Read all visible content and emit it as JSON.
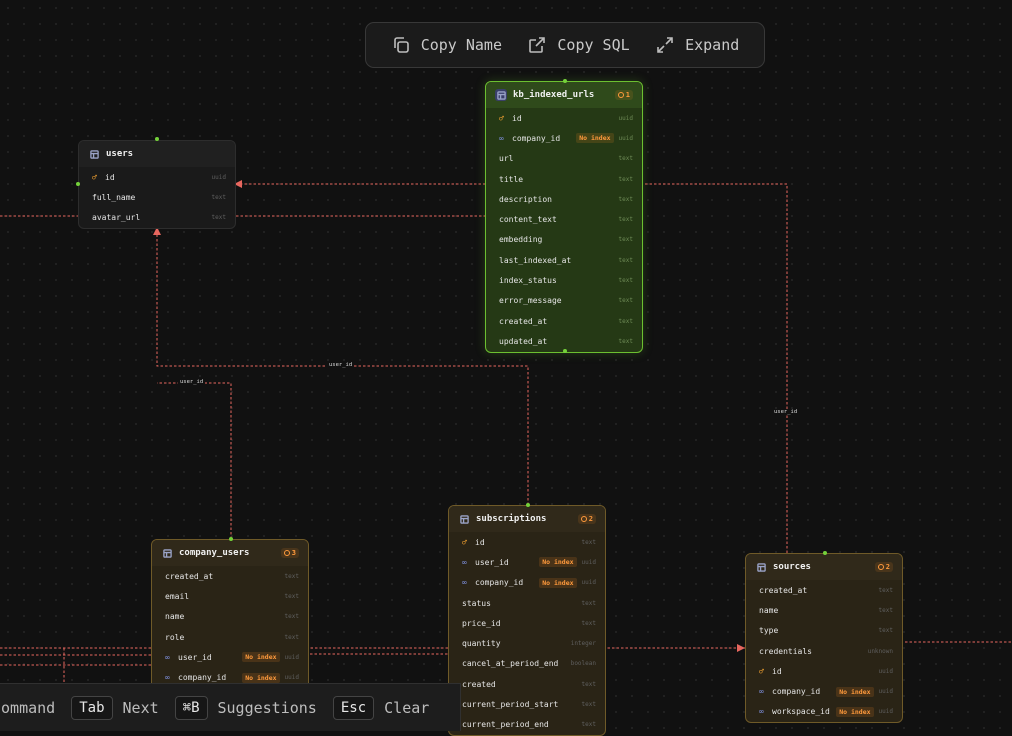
{
  "toolbar": {
    "copy_name": "Copy Name",
    "copy_sql": "Copy SQL",
    "expand": "Expand"
  },
  "tables": {
    "users": {
      "name": "users",
      "rows": [
        {
          "name": "id",
          "type": "uuid"
        },
        {
          "name": "full_name",
          "type": "text"
        },
        {
          "name": "avatar_url",
          "type": "text"
        }
      ]
    },
    "kb": {
      "name": "kb_indexed_urls",
      "warnings": "1",
      "rows": [
        {
          "name": "id",
          "type": "uuid"
        },
        {
          "name": "company_id",
          "type": "uuid",
          "badge": "No index"
        },
        {
          "name": "url",
          "type": "text"
        },
        {
          "name": "title",
          "type": "text"
        },
        {
          "name": "description",
          "type": "text"
        },
        {
          "name": "content_text",
          "type": "text"
        },
        {
          "name": "embedding",
          "type": "text"
        },
        {
          "name": "last_indexed_at",
          "type": "text"
        },
        {
          "name": "index_status",
          "type": "text"
        },
        {
          "name": "error_message",
          "type": "text"
        },
        {
          "name": "created_at",
          "type": "text"
        },
        {
          "name": "updated_at",
          "type": "text"
        }
      ]
    },
    "company_users": {
      "name": "company_users",
      "warnings": "3",
      "rows": [
        {
          "name": "created_at",
          "type": "text"
        },
        {
          "name": "email",
          "type": "text"
        },
        {
          "name": "name",
          "type": "text"
        },
        {
          "name": "role",
          "type": "text"
        },
        {
          "name": "user_id",
          "type": "uuid",
          "badge": "No index"
        },
        {
          "name": "company_id",
          "type": "uuid",
          "badge": "No index"
        }
      ]
    },
    "subscriptions": {
      "name": "subscriptions",
      "warnings": "2",
      "rows": [
        {
          "name": "id",
          "type": "text"
        },
        {
          "name": "user_id",
          "type": "uuid",
          "badge": "No index"
        },
        {
          "name": "company_id",
          "type": "uuid",
          "badge": "No index"
        },
        {
          "name": "status",
          "type": "text"
        },
        {
          "name": "price_id",
          "type": "text"
        },
        {
          "name": "quantity",
          "type": "integer"
        },
        {
          "name": "cancel_at_period_end",
          "type": "boolean"
        },
        {
          "name": "created",
          "type": "text"
        },
        {
          "name": "current_period_start",
          "type": "text"
        },
        {
          "name": "current_period_end",
          "type": "text"
        }
      ]
    },
    "sources": {
      "name": "sources",
      "warnings": "2",
      "rows": [
        {
          "name": "created_at",
          "type": "text"
        },
        {
          "name": "name",
          "type": "text"
        },
        {
          "name": "type",
          "type": "text"
        },
        {
          "name": "credentials",
          "type": "unknown"
        },
        {
          "name": "id",
          "type": "uuid"
        },
        {
          "name": "company_id",
          "type": "uuid",
          "badge": "No index"
        },
        {
          "name": "workspace_id",
          "type": "uuid",
          "badge": "No index"
        }
      ]
    }
  },
  "edge_labels": {
    "a": "user_id",
    "b": "user_id",
    "c": "user_id"
  },
  "command_bar": {
    "command_label": "Command",
    "tab_key": "Tab",
    "tab_label": "Next",
    "sugg_key": "⌘B",
    "sugg_label": "Suggestions",
    "esc_key": "Esc",
    "esc_label": "Clear"
  },
  "colors": {
    "edge": "#e8675f",
    "selected_border": "#6cc030",
    "warning": "#ff9a3c"
  }
}
